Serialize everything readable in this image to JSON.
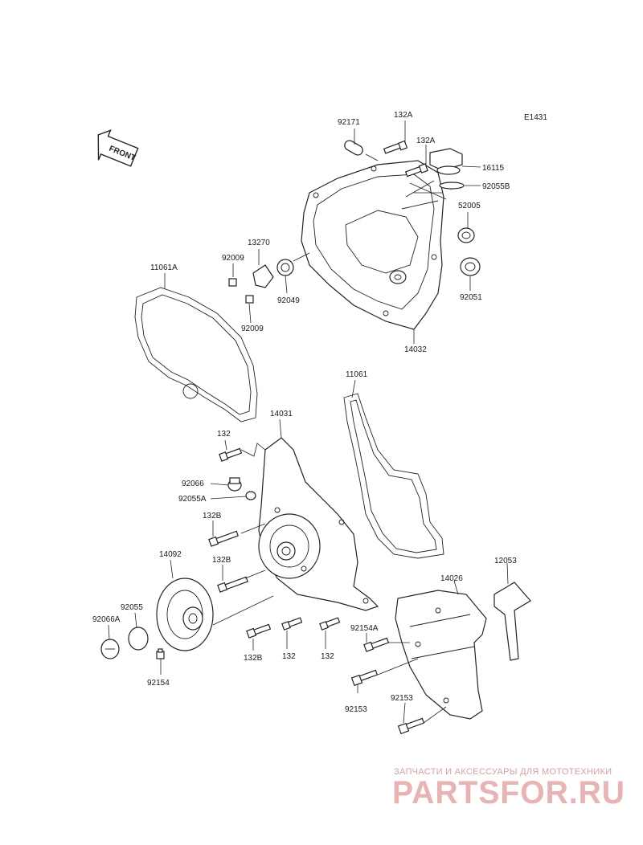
{
  "diagram_code": "E1431",
  "front_label": "FRONT",
  "labels": {
    "p92171": "92171",
    "p132A_1": "132A",
    "p132A_2": "132A",
    "p16115": "16115",
    "p92055B": "92055B",
    "p52005": "52005",
    "p92051": "92051",
    "p14032": "14032",
    "p13270": "13270",
    "p92009_1": "92009",
    "p92009_2": "92009",
    "p92049": "92049",
    "p11061A": "11061A",
    "p11061": "11061",
    "p14031": "14031",
    "p132_1": "132",
    "p92066": "92066",
    "p92055A": "92055A",
    "p132B_1": "132B",
    "p132B_2": "132B",
    "p14092": "14092",
    "p92055": "92055",
    "p92066A": "92066A",
    "p92154": "92154",
    "p132B_3": "132B",
    "p132_2": "132",
    "p132_3": "132",
    "p92154A": "92154A",
    "p14026": "14026",
    "p12053": "12053",
    "p92153_1": "92153",
    "p92153_2": "92153"
  },
  "watermark": {
    "tagline": "ЗАПЧАСТИ И АКСЕССУАРЫ ДЛЯ МОТОТЕХНИКИ",
    "brand": "PARTSFOR.RU"
  }
}
